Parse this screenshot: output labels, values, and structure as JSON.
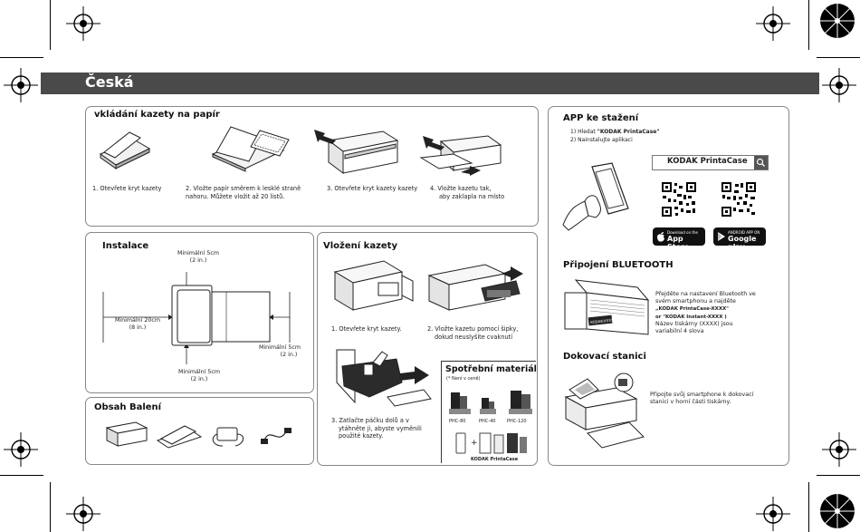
{
  "header": {
    "language": "Česká"
  },
  "paper": {
    "title": "vkládání kazety na papír",
    "step1": "1. Otevřete kryt kazety",
    "step2": [
      "2. Vložte papír směrem k lesklé straně",
      "nahoru. Můžete vložit až 20 listů."
    ],
    "step3": "3. Otevřete kryt kazety kazety",
    "step4": [
      "4. Vložte kazetu tak,",
      "aby zaklapla na místo"
    ]
  },
  "install": {
    "title": "Instalace",
    "top": [
      "Minimální 5cm",
      "(2 in.)"
    ],
    "left": [
      "Minimální 20cm",
      "(8 in.)"
    ],
    "right": [
      "Minimální 5cm",
      "(2 in.)"
    ],
    "bottom": [
      "Minimální  5cm",
      "(2 in.)"
    ]
  },
  "contents": {
    "title": "Obsah Balení"
  },
  "cartridge": {
    "title": "Vložení kazety",
    "step1": "1. Otevřete kryt kazety.",
    "step2": [
      "2. Vložte kazetu pomocí šipky,",
      "dokud neuslyšíte cvaknutí"
    ],
    "step3": [
      "3. Zatlačte páčku dolů a v",
      "ytáhněte ji, abyste vyměnili",
      "použité kazety."
    ]
  },
  "supplies": {
    "title": "Spotřební materiál",
    "note": "(* Není v ceně)",
    "items": [
      "PHC-80",
      "PHC-40",
      "PHC-120"
    ],
    "case_label": "KODAK PrintaCase"
  },
  "app": {
    "title": "APP ke stažení",
    "step1_prefix": "1) Hledat ",
    "step1_bold": "\"KODAK PrintaCase\"",
    "step2": "2) Nainstalujte aplikaci",
    "search_text": "KODAK PrintaCase",
    "appstore_small": "Download on the",
    "appstore_big": "App Store",
    "gplay_small": "ANDROID APP ON",
    "gplay_big": "Google play"
  },
  "bluetooth": {
    "title": "Připojení  BLUETOOTH",
    "l1": "Přejděte na nastavení Bluetooth ve",
    "l2": "svém smartphonu a najděte",
    "l3": "„KODAK PrintaCase-XXXX\"",
    "l4": "or \"KODAK Instant-XXXX )",
    "l5": "Název tiskárny (XXXX) jsou",
    "l6": "variabilní 4 slova"
  },
  "dock": {
    "title": "Dokovací stanici",
    "l1": "Připojte svůj smartphone k dokovací",
    "l2": "stanici v horní části tiskárny."
  }
}
